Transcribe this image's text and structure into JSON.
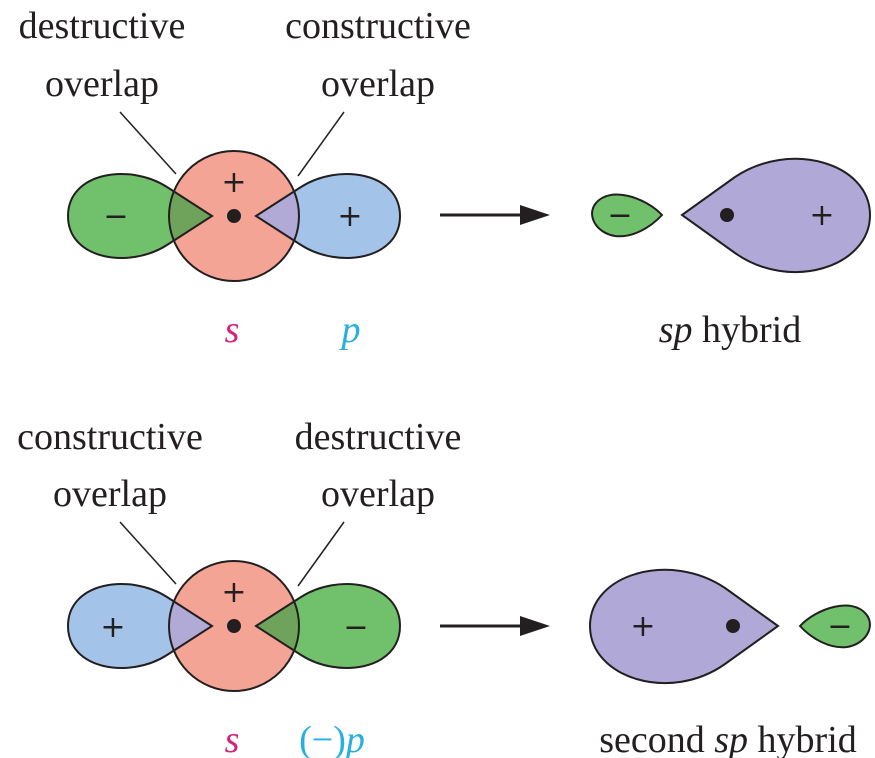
{
  "top": {
    "callout_left": [
      "destructive",
      "overlap"
    ],
    "callout_right": [
      "constructive",
      "overlap"
    ],
    "orbital_labels": {
      "s": "s",
      "p": "p"
    },
    "signs": {
      "left_lobe": "−",
      "sphere": "+",
      "right_lobe": "+",
      "hybrid_small": "−",
      "hybrid_large": "+"
    },
    "result_label": {
      "italic": "sp",
      "rest": " hybrid"
    }
  },
  "bottom": {
    "callout_left": [
      "constructive",
      "overlap"
    ],
    "callout_right": [
      "destructive",
      "overlap"
    ],
    "orbital_labels": {
      "s": "s",
      "p_prefix": "(−)",
      "p": "p"
    },
    "signs": {
      "left_lobe": "+",
      "sphere": "+",
      "right_lobe": "−",
      "hybrid_large": "+",
      "hybrid_small": "−"
    },
    "result_label": {
      "prefix": "second ",
      "italic": "sp",
      "rest": " hybrid"
    }
  },
  "colors": {
    "s_orbital": "#f4a494",
    "p_blue": "#a3c4e8",
    "p_green": "#70c06c",
    "overlap_constructive": "#b1a9d6",
    "overlap_destructive": "#6fa25a",
    "hybrid": "#b0a9d8",
    "s_text": "#d6237a",
    "p_text": "#27aee3",
    "outline": "#231f20"
  }
}
